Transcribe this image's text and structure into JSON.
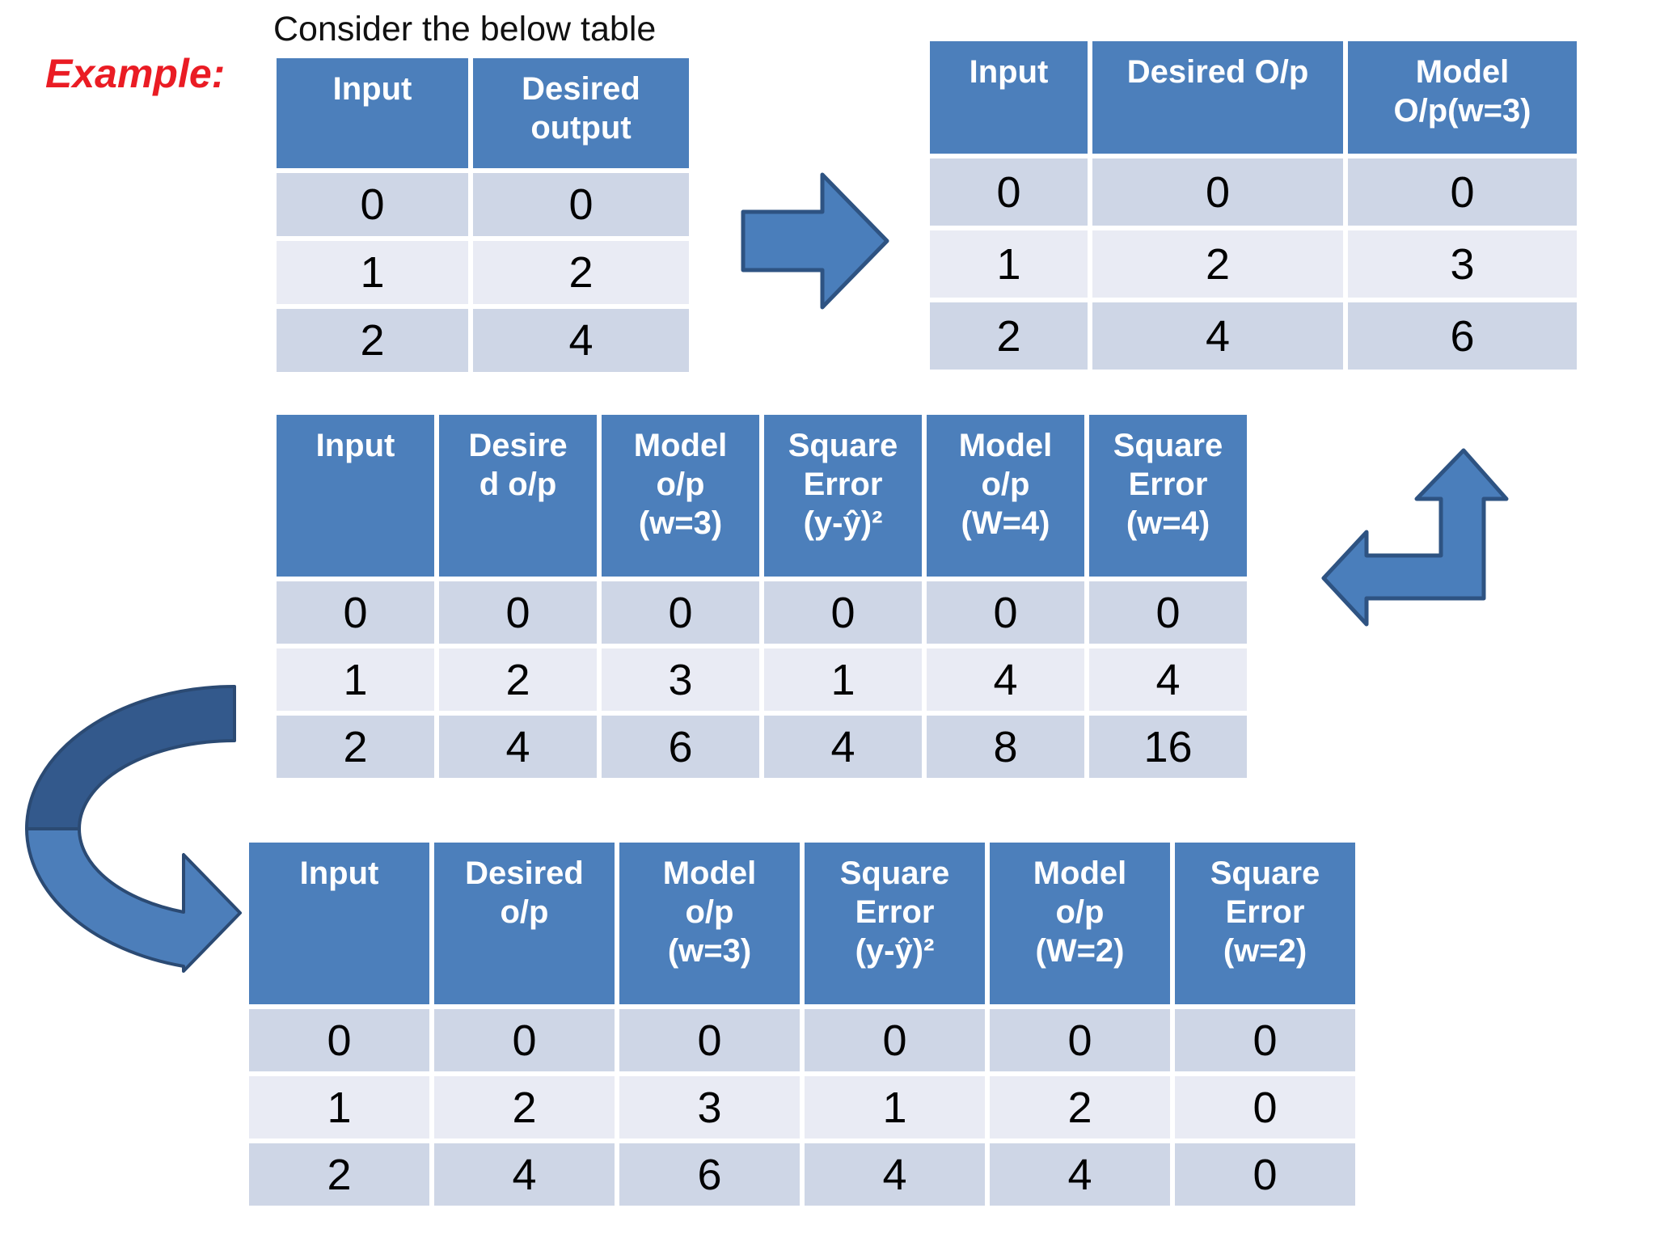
{
  "slide": {
    "example_label": "Example:",
    "title": "Consider the below table"
  },
  "colors": {
    "page_bg": "#FFFFFF",
    "header_bg": "#4C7FBB",
    "header_text": "#FFFFFF",
    "row_dark": "#CED6E6",
    "row_light": "#E9EBF4",
    "cell_text": "#000000",
    "title_color": "#111111",
    "example_red": "#EA1C24",
    "arrow_fill": "#4A7EBB",
    "arrow_stroke": "#2E5382",
    "curve_dark": "#33598C",
    "curve_light": "#4C7EBA",
    "curve_stroke": "#2B4A73"
  },
  "tables": {
    "base": {
      "headers": [
        [
          "Input"
        ],
        [
          "Desired",
          "output"
        ]
      ],
      "rows": [
        [
          "0",
          "0"
        ],
        [
          "1",
          "2"
        ],
        [
          "2",
          "4"
        ]
      ]
    },
    "model_w3": {
      "headers": [
        [
          "Input"
        ],
        [
          "Desired O/p"
        ],
        [
          "Model",
          "O/p(w=3)"
        ]
      ],
      "rows": [
        [
          "0",
          "0",
          "0"
        ],
        [
          "1",
          "2",
          "3"
        ],
        [
          "2",
          "4",
          "6"
        ]
      ]
    },
    "compare_w4": {
      "headers": [
        [
          "Input"
        ],
        [
          "Desire",
          "d o/p"
        ],
        [
          "Model",
          "o/p",
          "(w=3)"
        ],
        [
          "Square",
          "Error",
          "(y-ŷ)²"
        ],
        [
          "Model",
          "o/p",
          "(W=4)"
        ],
        [
          "Square",
          "Error",
          "(w=4)"
        ]
      ],
      "rows": [
        [
          "0",
          "0",
          "0",
          "0",
          "0",
          "0"
        ],
        [
          "1",
          "2",
          "3",
          "1",
          "4",
          "4"
        ],
        [
          "2",
          "4",
          "6",
          "4",
          "8",
          "16"
        ]
      ]
    },
    "compare_w2": {
      "headers": [
        [
          "Input"
        ],
        [
          "Desired",
          "o/p"
        ],
        [
          "Model",
          "o/p",
          "(w=3)"
        ],
        [
          "Square",
          "Error",
          "(y-ŷ)²"
        ],
        [
          "Model",
          "o/p",
          "(W=2)"
        ],
        [
          "Square",
          "Error",
          "(w=2)"
        ]
      ],
      "rows": [
        [
          "0",
          "0",
          "0",
          "0",
          "0",
          "0"
        ],
        [
          "1",
          "2",
          "3",
          "1",
          "2",
          "0"
        ],
        [
          "2",
          "4",
          "6",
          "4",
          "4",
          "0"
        ]
      ]
    }
  }
}
